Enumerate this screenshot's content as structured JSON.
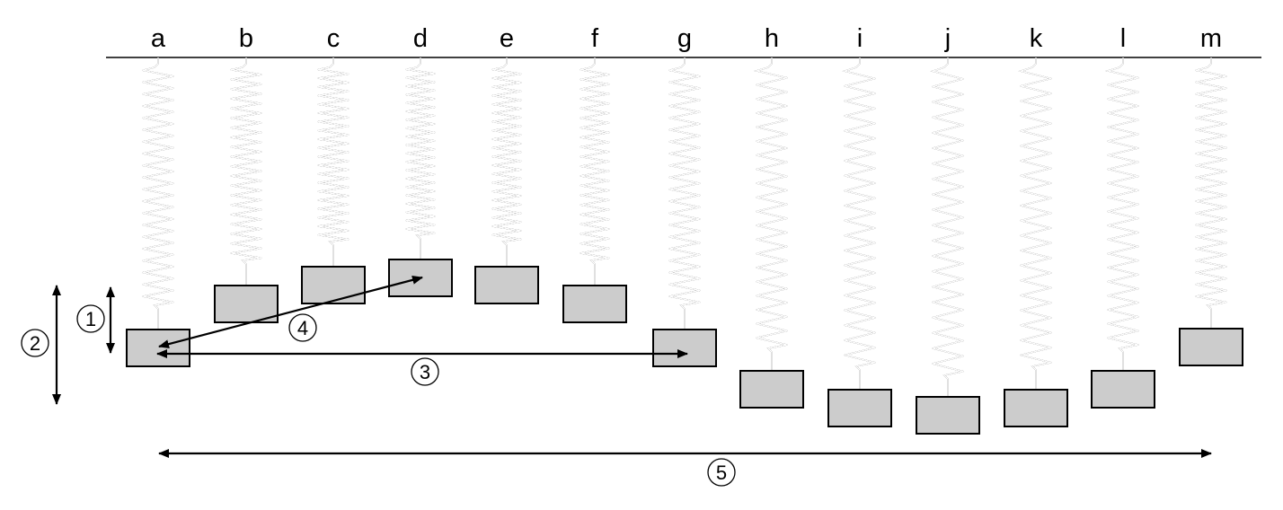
{
  "diagram": {
    "springs": [
      {
        "label": "a",
        "coil_turns": 20
      },
      {
        "label": "b",
        "coil_turns": 20
      },
      {
        "label": "c",
        "coil_turns": 20
      },
      {
        "label": "d",
        "coil_turns": 20
      },
      {
        "label": "e",
        "coil_turns": 20
      },
      {
        "label": "f",
        "coil_turns": 20
      },
      {
        "label": "g",
        "coil_turns": 20
      },
      {
        "label": "h",
        "coil_turns": 20
      },
      {
        "label": "i",
        "coil_turns": 20
      },
      {
        "label": "j",
        "coil_turns": 20
      },
      {
        "label": "k",
        "coil_turns": 20
      },
      {
        "label": "l",
        "coil_turns": 20
      },
      {
        "label": "m",
        "coil_turns": 20
      }
    ],
    "markers": [
      {
        "id": "marker-1",
        "text": "1"
      },
      {
        "id": "marker-2",
        "text": "2"
      },
      {
        "id": "marker-3",
        "text": "3"
      },
      {
        "id": "marker-4",
        "text": "4"
      },
      {
        "id": "marker-5",
        "text": "5"
      }
    ],
    "colors": {
      "mass_fill": "#cccccc",
      "line": "#000000",
      "background": "#ffffff"
    }
  }
}
